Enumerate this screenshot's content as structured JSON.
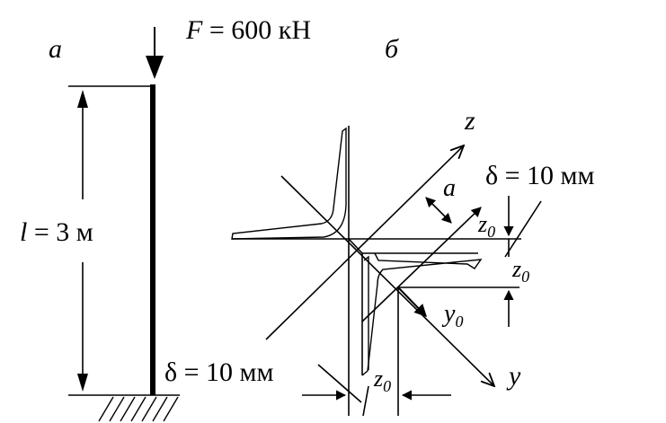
{
  "panel_a": {
    "label": "а",
    "force_symbol": "F",
    "force_value": " = 600 кН",
    "length_symbol": "l",
    "length_value": " = 3 м"
  },
  "panel_b": {
    "label": "б",
    "axis_z": "z",
    "axis_y": "y",
    "axis_y0": "y",
    "axis_y0_sub": "0",
    "dim_a": "a",
    "delta_right": "δ = 10 мм",
    "delta_left": "δ = 10 мм",
    "z0_symbol": "z",
    "z0_sub": "0"
  }
}
